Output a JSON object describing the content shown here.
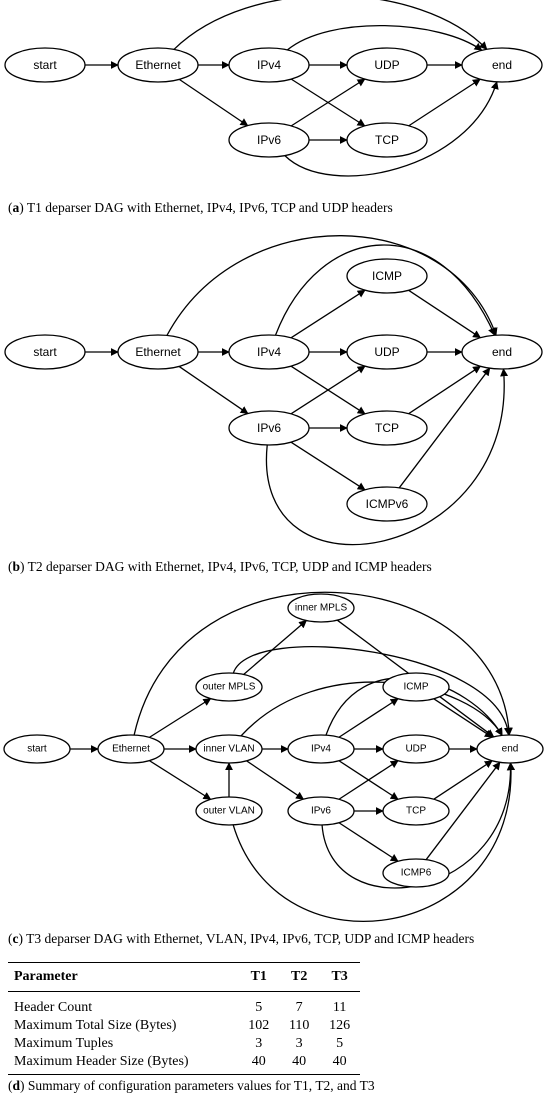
{
  "diagrams": [
    {
      "id": "t1",
      "caption_label": "a",
      "caption_text": " T1 deparser DAG with Ethernet, IPv4, IPv6, TCP and UDP headers",
      "nodes": [
        {
          "id": "start",
          "label": "start"
        },
        {
          "id": "ethernet",
          "label": "Ethernet"
        },
        {
          "id": "ipv4",
          "label": "IPv4"
        },
        {
          "id": "ipv6",
          "label": "IPv6"
        },
        {
          "id": "udp",
          "label": "UDP"
        },
        {
          "id": "tcp",
          "label": "TCP"
        },
        {
          "id": "end",
          "label": "end"
        }
      ],
      "edges": [
        [
          "start",
          "ethernet"
        ],
        [
          "ethernet",
          "ipv4"
        ],
        [
          "ethernet",
          "ipv6"
        ],
        [
          "ethernet",
          "end"
        ],
        [
          "ipv4",
          "udp"
        ],
        [
          "ipv4",
          "tcp"
        ],
        [
          "ipv4",
          "end"
        ],
        [
          "ipv6",
          "udp"
        ],
        [
          "ipv6",
          "tcp"
        ],
        [
          "ipv6",
          "end"
        ],
        [
          "udp",
          "end"
        ],
        [
          "tcp",
          "end"
        ]
      ]
    },
    {
      "id": "t2",
      "caption_label": "b",
      "caption_text": " T2 deparser DAG with Ethernet, IPv4, IPv6, TCP, UDP and ICMP headers",
      "nodes": [
        {
          "id": "start",
          "label": "start"
        },
        {
          "id": "ethernet",
          "label": "Ethernet"
        },
        {
          "id": "ipv4",
          "label": "IPv4"
        },
        {
          "id": "ipv6",
          "label": "IPv6"
        },
        {
          "id": "icmp",
          "label": "ICMP"
        },
        {
          "id": "udp",
          "label": "UDP"
        },
        {
          "id": "tcp",
          "label": "TCP"
        },
        {
          "id": "icmpv6",
          "label": "ICMPv6"
        },
        {
          "id": "end",
          "label": "end"
        }
      ],
      "edges": [
        [
          "start",
          "ethernet"
        ],
        [
          "ethernet",
          "ipv4"
        ],
        [
          "ethernet",
          "ipv6"
        ],
        [
          "ethernet",
          "end"
        ],
        [
          "ipv4",
          "icmp"
        ],
        [
          "ipv4",
          "udp"
        ],
        [
          "ipv4",
          "tcp"
        ],
        [
          "ipv4",
          "end"
        ],
        [
          "ipv6",
          "udp"
        ],
        [
          "ipv6",
          "tcp"
        ],
        [
          "ipv6",
          "icmpv6"
        ],
        [
          "ipv6",
          "end"
        ],
        [
          "icmp",
          "end"
        ],
        [
          "udp",
          "end"
        ],
        [
          "tcp",
          "end"
        ],
        [
          "icmpv6",
          "end"
        ]
      ]
    },
    {
      "id": "t3",
      "caption_label": "c",
      "caption_text": " T3 deparser DAG with Ethernet, VLAN, IPv4, IPv6, TCP, UDP and ICMP headers",
      "nodes": [
        {
          "id": "start",
          "label": "start"
        },
        {
          "id": "ethernet",
          "label": "Ethernet"
        },
        {
          "id": "outer_mpls",
          "label": "outer MPLS"
        },
        {
          "id": "inner_mpls",
          "label": "inner MPLS"
        },
        {
          "id": "inner_vlan",
          "label": "inner VLAN"
        },
        {
          "id": "outer_vlan",
          "label": "outer VLAN"
        },
        {
          "id": "ipv4",
          "label": "IPv4"
        },
        {
          "id": "ipv6",
          "label": "IPv6"
        },
        {
          "id": "icmp",
          "label": "ICMP"
        },
        {
          "id": "udp",
          "label": "UDP"
        },
        {
          "id": "tcp",
          "label": "TCP"
        },
        {
          "id": "icmp6",
          "label": "ICMP6"
        },
        {
          "id": "end",
          "label": "end"
        }
      ],
      "edges": [
        [
          "start",
          "ethernet"
        ],
        [
          "ethernet",
          "outer_mpls"
        ],
        [
          "ethernet",
          "inner_vlan"
        ],
        [
          "ethernet",
          "outer_vlan"
        ],
        [
          "ethernet",
          "end"
        ],
        [
          "outer_mpls",
          "inner_mpls"
        ],
        [
          "outer_mpls",
          "end"
        ],
        [
          "inner_mpls",
          "end"
        ],
        [
          "outer_vlan",
          "inner_vlan"
        ],
        [
          "outer_vlan",
          "end"
        ],
        [
          "inner_vlan",
          "ipv4"
        ],
        [
          "inner_vlan",
          "ipv6"
        ],
        [
          "inner_vlan",
          "end"
        ],
        [
          "ipv4",
          "icmp"
        ],
        [
          "ipv4",
          "udp"
        ],
        [
          "ipv4",
          "tcp"
        ],
        [
          "ipv4",
          "end"
        ],
        [
          "ipv6",
          "udp"
        ],
        [
          "ipv6",
          "tcp"
        ],
        [
          "ipv6",
          "icmp6"
        ],
        [
          "ipv6",
          "end"
        ],
        [
          "icmp",
          "end"
        ],
        [
          "udp",
          "end"
        ],
        [
          "tcp",
          "end"
        ],
        [
          "icmp6",
          "end"
        ]
      ]
    }
  ],
  "table": {
    "headers": [
      "Parameter",
      "T1",
      "T2",
      "T3"
    ],
    "rows": [
      [
        "Header Count",
        "5",
        "7",
        "11"
      ],
      [
        "Maximum Total Size (Bytes)",
        "102",
        "110",
        "126"
      ],
      [
        "Maximum Tuples",
        "3",
        "3",
        "5"
      ],
      [
        "Maximum Header Size (Bytes)",
        "40",
        "40",
        "40"
      ]
    ],
    "caption_label": "d",
    "caption_text": " Summary of configuration parameters values for T1, T2, and T3"
  }
}
